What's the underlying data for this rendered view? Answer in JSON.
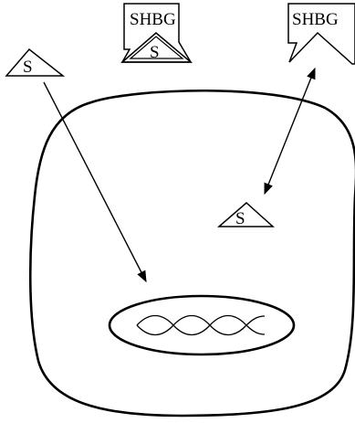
{
  "labels": {
    "free_steroid": "S",
    "bound_steroid": "S",
    "bound_protein": "SHBG",
    "unbound_protein": "SHBG",
    "intracellular_steroid": "S"
  },
  "colors": {
    "stroke": "#000000",
    "background": "#ffffff"
  }
}
